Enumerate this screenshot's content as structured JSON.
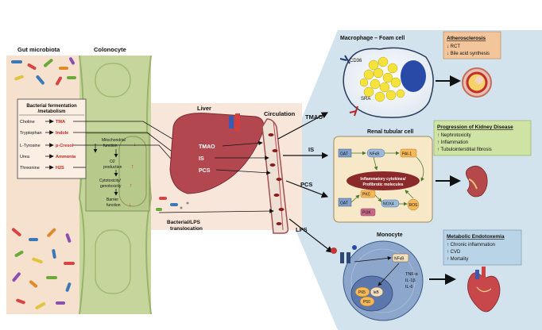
{
  "gut": {
    "title": "Gut microbiota",
    "fermentation_title_1": "Bacterial fermentation",
    "fermentation_title_2": "/metabolism",
    "rows": [
      {
        "substrate": "Choline",
        "product": "TMA"
      },
      {
        "substrate": "Tryptophan",
        "product": "Indole"
      },
      {
        "substrate": "L-Tyrosine",
        "product": "p-Cresol"
      },
      {
        "substrate": "Urea",
        "product": "Ammonia"
      },
      {
        "substrate": "Threonine",
        "product": "H2S"
      }
    ]
  },
  "colonocyte": {
    "title": "Colonocyte",
    "effects": [
      {
        "line1": "Mitochondrial",
        "line2": "function"
      },
      {
        "line1": "O2",
        "line2": "production"
      },
      {
        "line1": "Cytotoxicity/",
        "line2": "genotoxicity"
      },
      {
        "line1": "Barrier",
        "line2": "function"
      }
    ]
  },
  "liver": {
    "title": "Liver",
    "metabolites": [
      "TMAO",
      "IS",
      "PCS"
    ]
  },
  "circulation": {
    "title": "Circulation"
  },
  "translocation": {
    "line1": "Bacterial/LPS",
    "line2": "translocation"
  },
  "outputs": [
    "TMAO",
    "IS",
    "PCS",
    "LPS"
  ],
  "macrophage": {
    "title": "Macrophage – Foam cell",
    "receptors": [
      "CD36",
      "SRA"
    ]
  },
  "atherosclerosis": {
    "title": "Atherosclerosis",
    "items": [
      "↓ RCT",
      "↓ Bile acid synthesis"
    ]
  },
  "renal": {
    "title": "Renal tubular cell",
    "nodes": [
      "OAT",
      "NFκB",
      "PAI-1",
      "OAT",
      "PKC",
      "NOX4",
      "ROS",
      "PI3K"
    ],
    "inflammatory_line1": "Inflammatory cytokines/",
    "inflammatory_line2": "Profibrotic molecules"
  },
  "kidney_disease": {
    "title": "Progression of Kidney Disease",
    "items": [
      "↑ Nephrotoxicity",
      "↑ Inflammation",
      "↑ Tubulointerstitial fibrosis"
    ]
  },
  "monocyte": {
    "title": "Monocyte",
    "nodes": [
      "NFκB",
      "P65",
      "IκB",
      "P50"
    ],
    "cytokines": [
      "TNF-α",
      "IL-1β",
      "IL-6"
    ]
  },
  "endotoxemia": {
    "title": "Metabolic Endotoxemia",
    "items": [
      "↑ Chronic inflammation",
      "↑ CVD",
      "↑ Mortality"
    ]
  },
  "colors": {
    "gut_bg": "#f6e1ce",
    "colonocyte": "#c5d59b",
    "liver": "#b3474f",
    "panel_blue": "#d3e3ee",
    "athero_box": "#f2c59a",
    "kidney_box": "#cfe3a4",
    "endo_box": "#b9d4e6",
    "renal_cell": "#f7e8c7",
    "monocyte": "#8da6cc",
    "highlight_red": "#d21f1f"
  }
}
